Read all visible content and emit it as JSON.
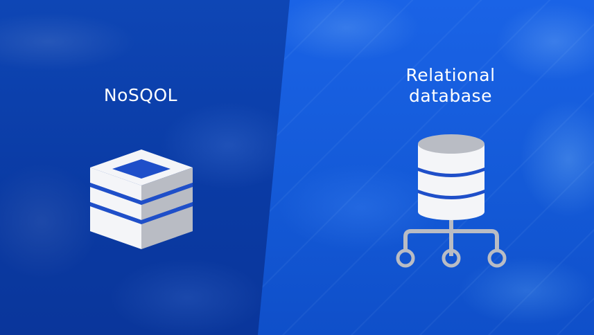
{
  "nosql": {
    "title": "NoSQOL",
    "icon": "stacked-layers-icon"
  },
  "relational": {
    "title_line1": "Relational",
    "title_line2": "database",
    "icon": "database-network-icon"
  },
  "colors": {
    "background_left": "#0a3aa3",
    "background_right": "#145ad8",
    "icon_white": "#f4f5f8",
    "icon_gray": "#b9bcc4",
    "icon_stripe": "#1f4fc9",
    "text": "#ffffff"
  }
}
